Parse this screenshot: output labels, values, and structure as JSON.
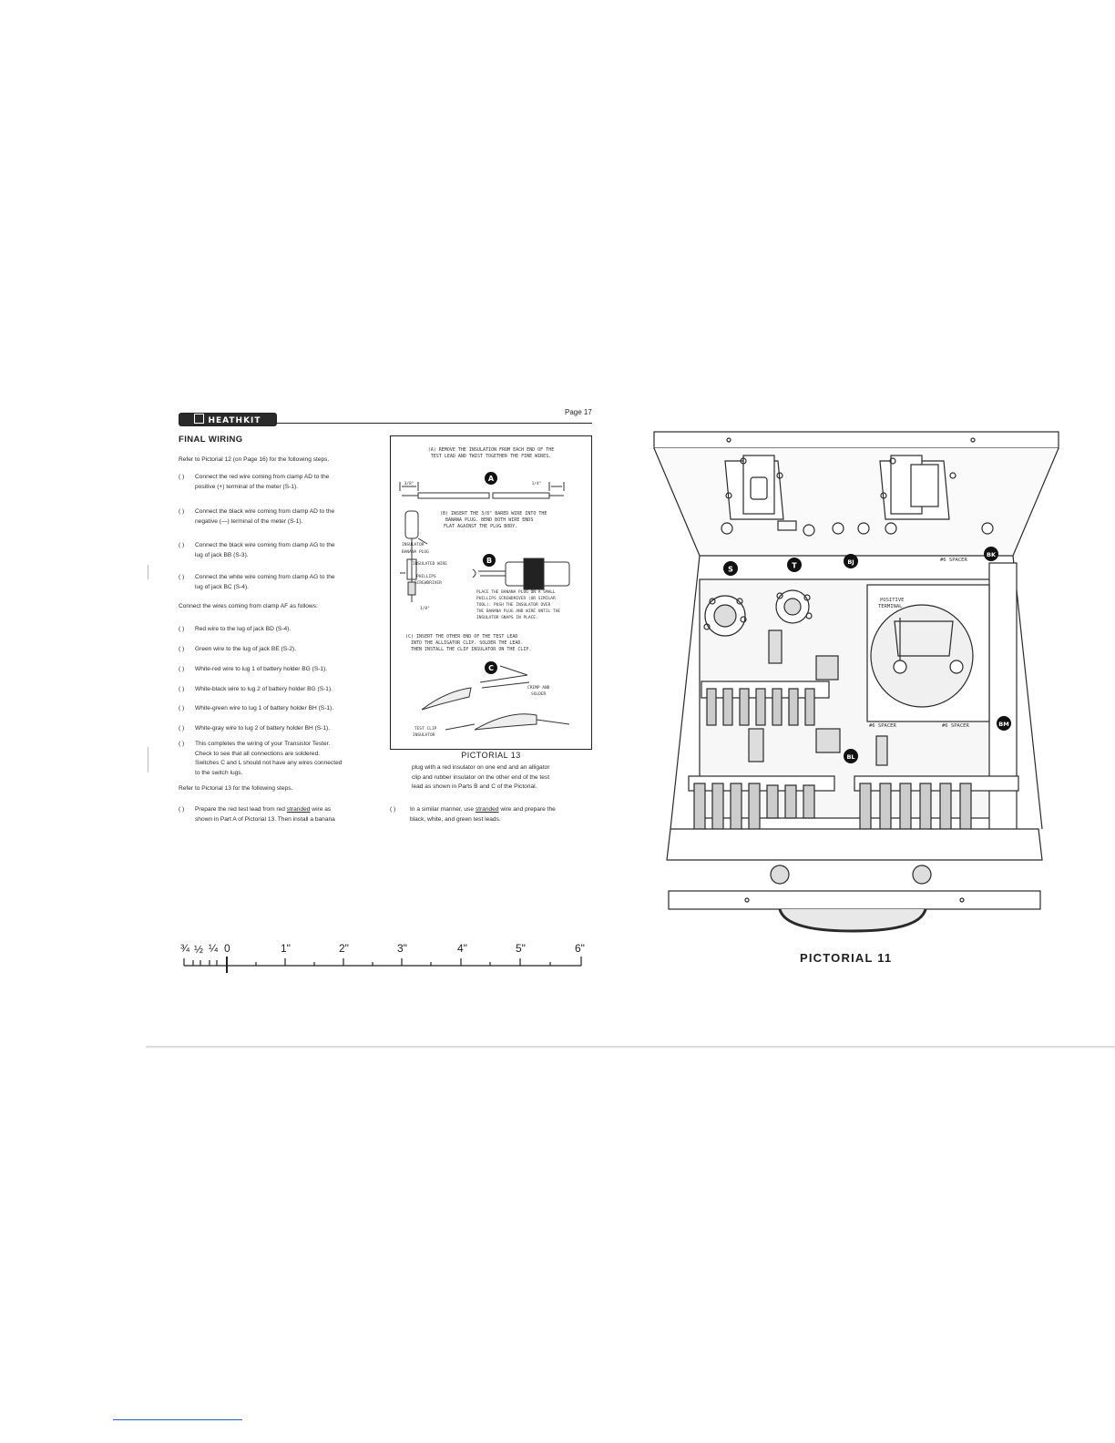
{
  "header": {
    "logo_text": "HEATHKIT",
    "page_label": "Page 17"
  },
  "section_title": "FINAL WIRING",
  "intro": "Refer to Pictorial 12 (on Page 16) for the following steps.",
  "checkbox": "(   )",
  "steps_a": [
    {
      "l1": "Connect the red wire coming from clamp AD to the",
      "l2": "positive (+) terminal of the meter (S-1)."
    },
    {
      "l1": "Connect the black wire coming from clamp AD to the",
      "l2": "negative (—) terminal of the meter (S-1)."
    },
    {
      "l1": "Connect the black wire coming from clamp AG to the",
      "l2": "lug of jack BB (S-3)."
    },
    {
      "l1": "Connect the white wire coming from clamp AG to the",
      "l2": "lug of jack BC (S-4)."
    }
  ],
  "af_intro": "Connect the wires coming from clamp AF as follows:",
  "steps_b": [
    "Red wire to the lug of jack BD (S-4).",
    "Green wire to the lug of jack BE (S-2).",
    "White-red wire to lug 1 of battery holder BG (S-1).",
    "White-black wire to lug 2 of battery holder BG (S-1).",
    "White-green wire to lug 1 of battery holder BH (S-1).",
    "White-gray wire to lug 2 of battery holder BH (S-1)."
  ],
  "completion": [
    "This completes the wiring of your Transistor Tester.",
    "Check to see that all connections are soldered.",
    "Switches C and L should not have any wires connected",
    "to the switch lugs."
  ],
  "refer13": "Refer to Pictorial 13 for the following steps.",
  "prepare": {
    "l1a": "Prepare the red test lead from red ",
    "l1u": "stranded",
    "l1b": " wire as",
    "l2": "shown in Part A of Pictorial 13. Then install a banana"
  },
  "col2": {
    "cont": [
      "plug with a red insulator on one end and an alligator",
      "clip and rubber insulator on the other end of the test",
      "lead as shown in Parts B and C of the Pictorial."
    ],
    "similar": {
      "l1a": "In a similar manner, use ",
      "l1u": "stranded",
      "l1b": " wire and prepare the",
      "l2": "black, white, and green test leads."
    }
  },
  "pictorial13": {
    "caption": "PICTORIAL 13",
    "a_text": [
      "(A) REMOVE THE INSULATION FROM EACH END OF THE",
      "TEST LEAD AND TWIST TOGETHER THE FINE WIRES."
    ],
    "a_dim_left": "3/8\"",
    "a_dim_right": "1/4\"",
    "b_text": [
      "(B) INSERT THE 3/8\" BARED WIRE INTO THE",
      "BANANA PLUG. BEND BOTH WIRE ENDS",
      "FLAT AGAINST THE PLUG BODY."
    ],
    "b_labels": [
      "INSULATOR",
      "BANANA PLUG",
      "INSULATED WIRE",
      "PHILLIPS",
      "SCREWDRIVER"
    ],
    "b_dim": "1/8\"",
    "b_text2": [
      "PLACE THE BANANA PLUG ON A SMALL",
      "PHILLIPS SCREWDRIVER (OR SIMILAR",
      "TOOL). PUSH THE INSULATOR OVER",
      "THE BANANA PLUG AND WIRE UNTIL THE",
      "INSULATOR SNAPS IN PLACE."
    ],
    "c_text": [
      "(C) INSERT THE OTHER END OF THE TEST LEAD",
      "INTO THE ALLIGATOR CLIP. SOLDER THE LEAD.",
      "THEN INSTALL THE CLIP INSULATOR ON THE CLIP."
    ],
    "c_labels": [
      "CRIMP AND",
      "SOLDER",
      "TEST CLIP",
      "INSULATOR"
    ],
    "badges": [
      "A",
      "B",
      "C"
    ]
  },
  "ruler": {
    "fractions": [
      "¾",
      "½",
      "¼",
      "0"
    ],
    "inches": [
      "1\"",
      "2\"",
      "3\"",
      "4\"",
      "5\"",
      "6\""
    ]
  },
  "pictorial11": {
    "caption": "PICTORIAL 11",
    "badges": [
      "S",
      "T",
      "BJ",
      "BK",
      "BM",
      "BL"
    ],
    "labels": [
      "#6 SPACER",
      "POSITIVE",
      "TERMINAL",
      "#6 SPACER",
      "#6 SPACER"
    ]
  }
}
